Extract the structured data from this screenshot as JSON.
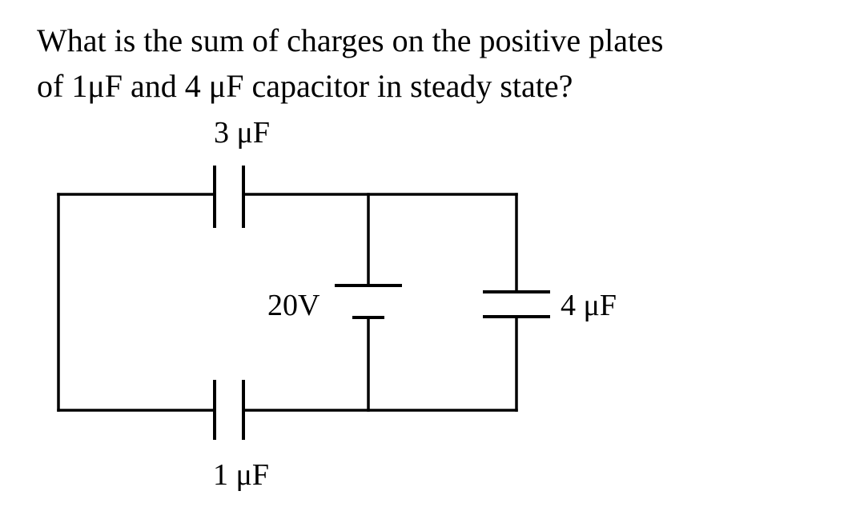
{
  "question": {
    "line1": "What is the sum of charges on the positive plates",
    "line2": "of 1μF and 4 μF capacitor in steady state?"
  },
  "circuit": {
    "cap_top_label": "3 μF",
    "battery_label": "20V",
    "cap_right_label": "4 μF",
    "cap_bottom_label": "1 μF"
  }
}
